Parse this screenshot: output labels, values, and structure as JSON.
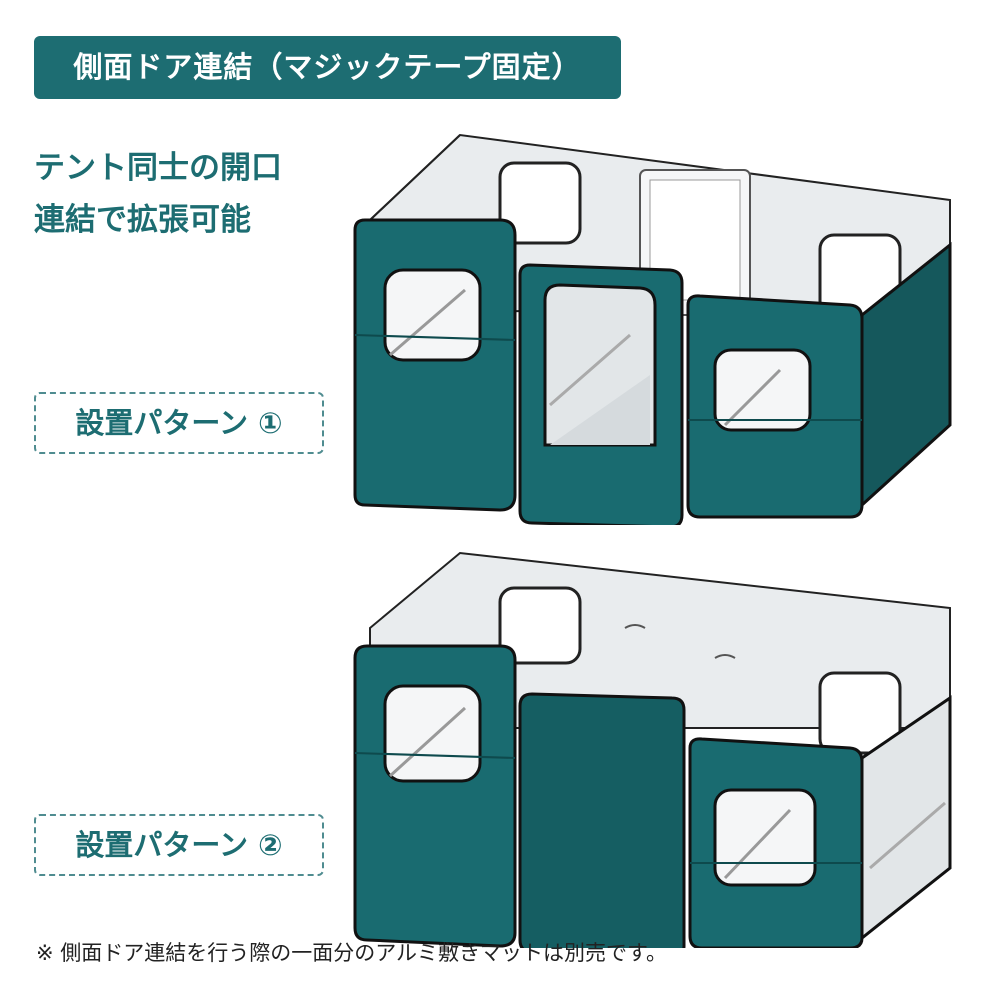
{
  "banner": {
    "title": "側面ドア連結（マジックテープ固定）"
  },
  "headline": {
    "line1": "テント同士の開口",
    "line2": "連結で拡張可能"
  },
  "patterns": [
    {
      "label": "設置パターン ①"
    },
    {
      "label": "設置パターン ②"
    }
  ],
  "footnote": "※ 側面ドア連結を行う際の一面分のアルミ敷きマットは別売です。",
  "colors": {
    "accent": "#1d6d72",
    "tent_teal": "#196b70",
    "tent_liner": "#e9ecee"
  }
}
